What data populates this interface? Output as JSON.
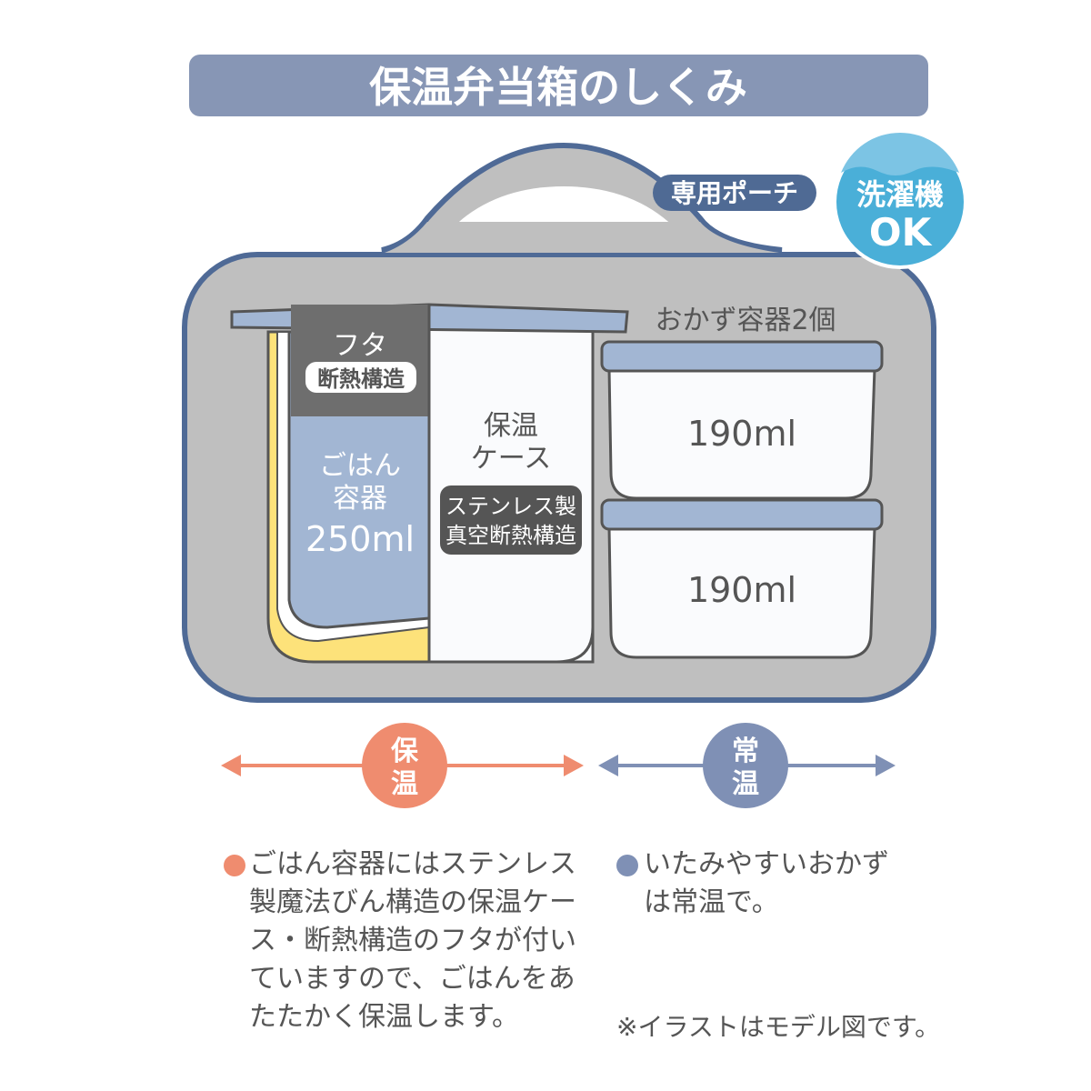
{
  "title": "保温弁当箱のしくみ",
  "pouch_label": "専用ポーチ",
  "washer_badge": {
    "line1": "洗濯機",
    "line2": "OK"
  },
  "lid": {
    "label": "フタ",
    "tag": "断熱構造"
  },
  "rice_container": {
    "line1": "ごはん",
    "line2": "容器",
    "capacity": "250ml"
  },
  "case": {
    "line1": "保温",
    "line2": "ケース",
    "tag_line1": "ステンレス製",
    "tag_line2": "真空断熱構造"
  },
  "side_dish": {
    "header": "おかず容器2個",
    "top_capacity": "190ml",
    "bottom_capacity": "190ml"
  },
  "warm_zone": {
    "line1": "保",
    "line2": "温"
  },
  "room_zone": {
    "line1": "常",
    "line2": "温"
  },
  "warm_description": [
    "ごはん容器にはステンレス",
    "製魔法びん構造の保温ケー",
    "ス・断熱構造のフタが付い",
    "ていますので、ごはんをあ",
    "たたかく保温します。"
  ],
  "room_description": [
    "いたみやすいおかず",
    "は常温で。"
  ],
  "note": "※イラストはモデル図です。",
  "colors": {
    "title_bg": "#8796b5",
    "bag_fill": "#bfbfbf",
    "bag_stroke": "#4f6a96",
    "warm": "#ef8c6f",
    "room": "#7f90b5",
    "rice": "#a2b6d3",
    "insulation": "#fde27a",
    "washer": "#4aafd8"
  }
}
